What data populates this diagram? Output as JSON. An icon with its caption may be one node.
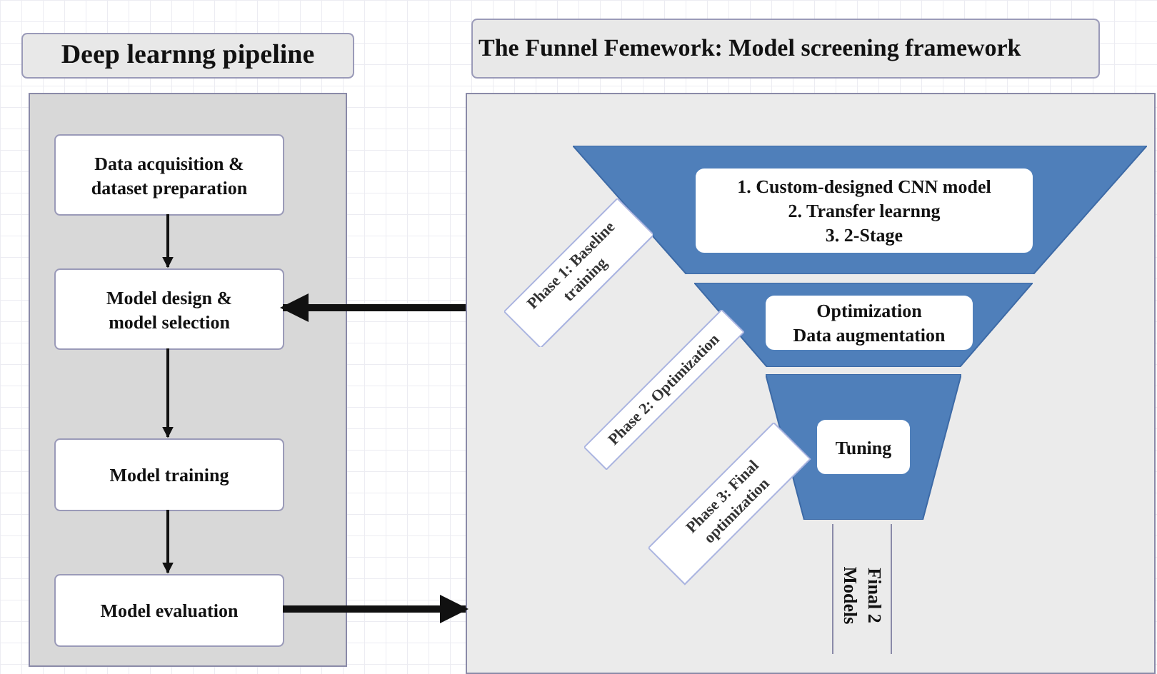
{
  "diagram": {
    "nodes": [
      {
        "text": [
          "Deep learnng pipeline"
        ]
      },
      {
        "text": [],
        "shape": "box"
      },
      {
        "text": [
          "Data acquisition & dataset preparation"
        ],
        "in": 1
      },
      {
        "text": [
          "Model design & model selection"
        ],
        "in": 1
      },
      {
        "text": [
          "Model training"
        ],
        "in": 1
      },
      {
        "text": [
          "Model evaluation"
        ],
        "in": 1
      },
      {
        "text": [
          "The Funnel Femework: Model screening framework"
        ]
      },
      {
        "text": [],
        "shape": "box"
      },
      {
        "text": [],
        "shape": "trapezoid",
        "in": 7
      },
      {
        "text": [
          "1. Custom-designed CNN model",
          "2. Transfer learnng",
          "3. 2-Stage"
        ],
        "in": 8
      },
      {
        "text": [],
        "shape": "trapezoid",
        "in": 7
      },
      {
        "text": [
          "Optimization",
          "Data augmentation"
        ],
        "in": 10
      },
      {
        "text": [],
        "shape": "trapezoid",
        "in": 7
      },
      {
        "text": [
          "Tuning"
        ],
        "in": 12
      },
      {
        "text": [
          "Phase 1: Baseline training"
        ],
        "in": 7
      },
      {
        "text": [
          "Phase 2: Optimization"
        ],
        "in": 7
      },
      {
        "text": [
          "Phase 3: Final optimization"
        ],
        "in": 7
      }
    ],
    "edges": [
      {
        "from": 2,
        "to": 3,
        "arrow": "to"
      },
      {
        "from": 3,
        "to": 4,
        "arrow": "to"
      },
      {
        "from": 4,
        "to": 5,
        "arrow": "to"
      },
      {
        "from": 7,
        "to": 3,
        "arrow": "to",
        "style": "thick"
      },
      {
        "from": 5,
        "to": 7,
        "arrow": "to",
        "style": "thick"
      }
    ],
    "labels": [
      "Final 2 Models"
    ]
  }
}
